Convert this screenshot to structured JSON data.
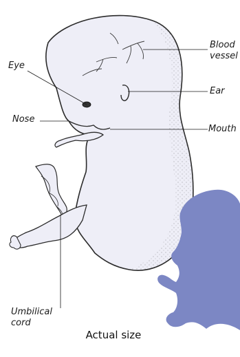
{
  "labels": {
    "blood_vessel_1": "Blood",
    "blood_vessel_2": "vessel",
    "eye": "Eye",
    "ear": "Ear",
    "nose": "Nose",
    "mouth": "Mouth",
    "umbilical_cord_1": "Umbilical",
    "umbilical_cord_2": "cord"
  },
  "caption": "Actual size",
  "colors": {
    "embryo_fill": "#eeeef7",
    "embryo_stroke": "#2b2b2b",
    "silhouette": "#7c87c4",
    "leader_line": "#1a1a1a"
  }
}
